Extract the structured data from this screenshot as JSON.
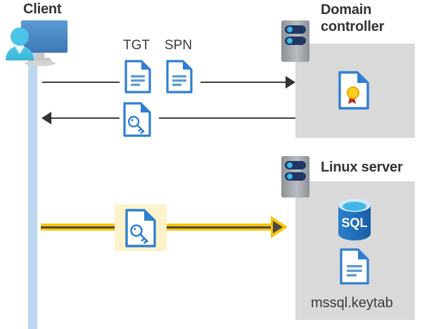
{
  "diagram": {
    "title_client": "Client",
    "title_domain_controller": "Domain controller",
    "title_domain_controller_line1": "Domain",
    "title_domain_controller_line2": "controller",
    "title_linux_server": "Linux server",
    "labels": {
      "tgt": "TGT",
      "spn": "SPN",
      "keytab_file": "mssql.keytab",
      "sql_badge": "SQL"
    },
    "icons": {
      "client": "client-user-monitor-icon",
      "server_rack": "server-rack-icon",
      "tgt_document": "document-icon",
      "spn_document": "document-icon",
      "ticket_key_document": "document-key-icon",
      "certificate": "certificate-document-icon",
      "sql_database": "sql-database-icon",
      "keytab_document": "document-icon"
    },
    "flows": [
      {
        "name": "request-tgt-spn",
        "from": "Client",
        "to": "Domain controller",
        "direction": "right",
        "style": "solid-black"
      },
      {
        "name": "return-service-ticket",
        "from": "Domain controller",
        "to": "Client",
        "direction": "left",
        "style": "solid-black"
      },
      {
        "name": "present-service-ticket",
        "from": "Client",
        "to": "Linux server",
        "direction": "right",
        "style": "highlighted-yellow"
      }
    ],
    "colors": {
      "panel": "#d9d9d9",
      "lifeline": "#bdd7f0",
      "highlight": "#fdf2ca",
      "yellow_arrow": "#fbc400",
      "arrow": "#333333",
      "doc_blue": "#2f7fd1",
      "text": "#3b3b3b",
      "title_text": "#333333",
      "sql_blue": "#1b6ec2",
      "cert_gold": "#ffd21e",
      "cert_red": "#c0262a"
    }
  }
}
